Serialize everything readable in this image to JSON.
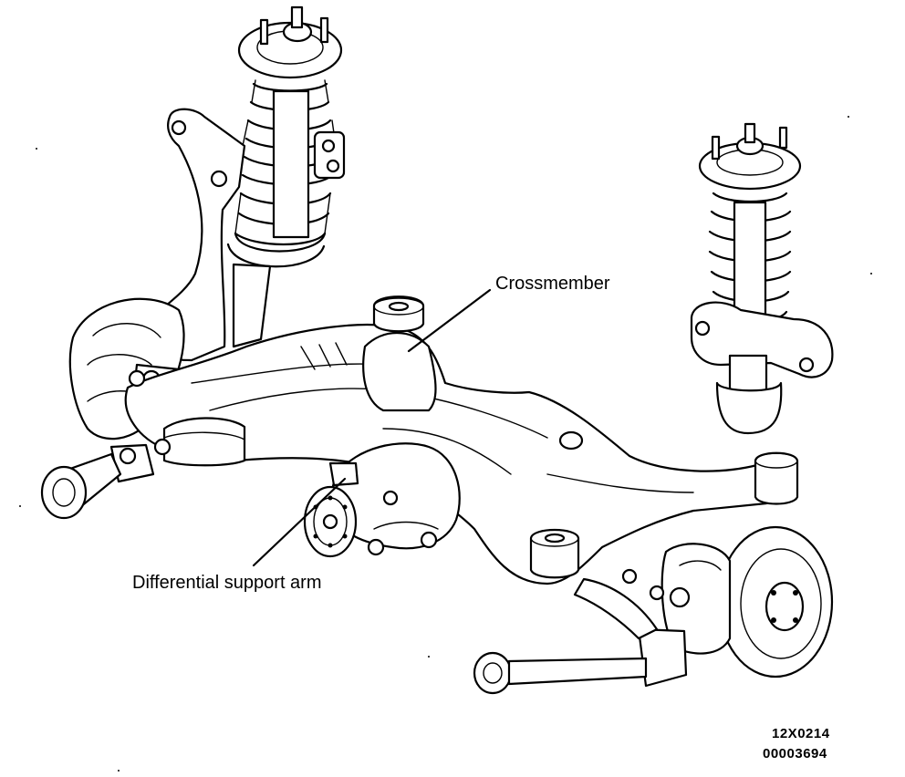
{
  "labels": {
    "crossmember": "Crossmember",
    "differential_support_arm": "Differential support arm"
  },
  "codes": {
    "line1": "12X0214",
    "line2": "00003694"
  }
}
